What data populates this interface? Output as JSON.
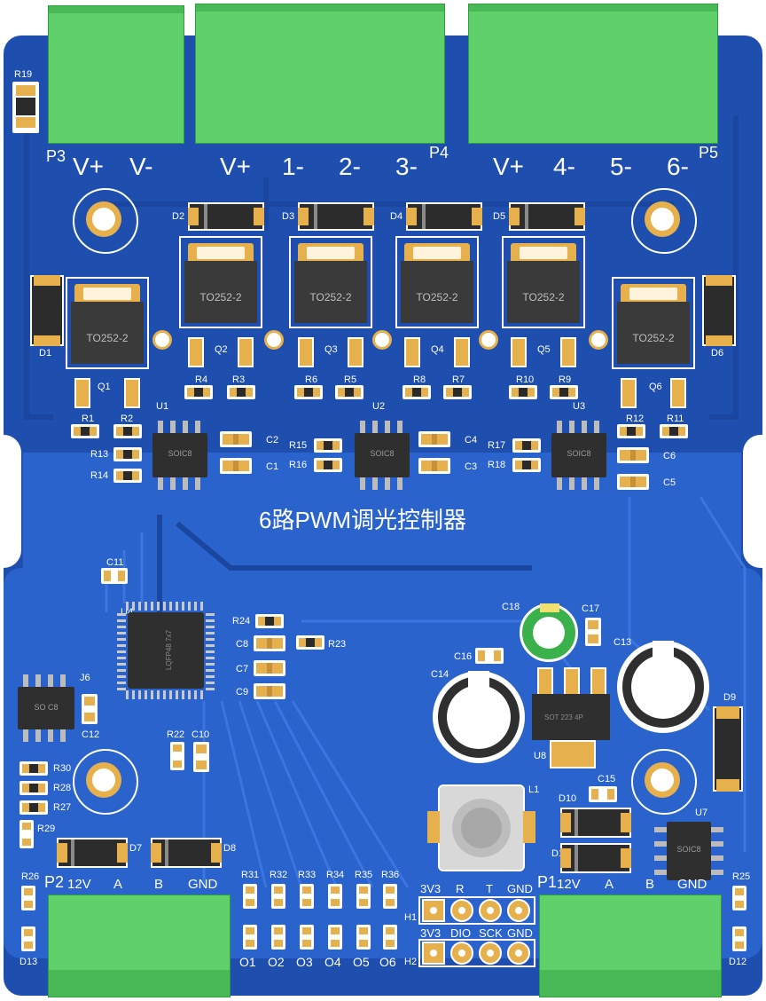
{
  "board": {
    "title": "6路PWM调光控制器",
    "colors": {
      "solder_mask": "#1f4fae",
      "copper_pour": "#2a63cc",
      "silkscreen": "#ffffff",
      "pad": "#e6b14c",
      "connector": "#5fd06a"
    }
  },
  "connectors": {
    "p3": {
      "ref": "P3",
      "pins": [
        "V+",
        "V-"
      ]
    },
    "p4": {
      "ref": "P4",
      "pins": [
        "V+",
        "1-",
        "2-",
        "3-"
      ]
    },
    "p5": {
      "ref": "P5",
      "pins": [
        "V+",
        "4-",
        "5-",
        "6-"
      ]
    },
    "p2": {
      "ref": "P2",
      "pins": [
        "12V",
        "A",
        "B",
        "GND"
      ]
    },
    "p1": {
      "ref": "P1",
      "pins": [
        "12V",
        "A",
        "B",
        "GND"
      ]
    }
  },
  "headers": {
    "h1": {
      "ref": "H1",
      "pins": [
        "3V3",
        "R",
        "T",
        "GND"
      ]
    },
    "h2": {
      "ref": "H2",
      "pins": [
        "3V3",
        "DIO",
        "SCK",
        "GND"
      ]
    }
  },
  "mosfets": [
    {
      "ref": "Q1",
      "package": "TO252-2"
    },
    {
      "ref": "Q2",
      "package": "TO252-2"
    },
    {
      "ref": "Q3",
      "package": "TO252-2"
    },
    {
      "ref": "Q4",
      "package": "TO252-2"
    },
    {
      "ref": "Q5",
      "package": "TO252-2"
    },
    {
      "ref": "Q6",
      "package": "TO252-2"
    }
  ],
  "diodes": [
    "D1",
    "D2",
    "D3",
    "D4",
    "D5",
    "D6",
    "D7",
    "D8",
    "D9",
    "D10",
    "D11",
    "D12",
    "D13"
  ],
  "ics": {
    "u1": {
      "ref": "U1",
      "package": "SOIC8"
    },
    "u2": {
      "ref": "U2",
      "package": "SOIC8"
    },
    "u3": {
      "ref": "U3",
      "package": "SOIC8"
    },
    "u4": {
      "ref": "U4",
      "marking": "LQFP48 7x7"
    },
    "u5": {
      "ref": "J6",
      "package": "SO C8"
    },
    "u7": {
      "ref": "U7",
      "package": "SOIC8"
    },
    "u8": {
      "ref": "U8",
      "marking": "SOT 223 4P"
    }
  },
  "resistors": {
    "top": [
      "R4",
      "R3",
      "R6",
      "R5",
      "R8",
      "R7",
      "R10",
      "R9"
    ],
    "left": [
      "R1",
      "R2",
      "R13",
      "R14"
    ],
    "mid": [
      "R15",
      "R16",
      "R17",
      "R18"
    ],
    "right": [
      "R12",
      "R11"
    ],
    "mcu": [
      "R24",
      "R23",
      "R22"
    ],
    "side": [
      "R30",
      "R28",
      "R27",
      "R29",
      "R19"
    ],
    "outputs": [
      "R31",
      "R32",
      "R33",
      "R34",
      "R35",
      "R36"
    ],
    "corners": [
      "R26",
      "R25"
    ]
  },
  "capacitors": {
    "c2": "C2",
    "c1": "C1",
    "c4": "C4",
    "c3": "C3",
    "c6": "C6",
    "c5": "C5",
    "c11": "C11",
    "c8": "C8",
    "c7": "C7",
    "c9": "C9",
    "c10": "C10",
    "c12": "C12",
    "c16": "C16",
    "c17": "C17",
    "c15": "C15",
    "c18": "C18",
    "c14": "C14",
    "c13": "C13"
  },
  "inductor": "L1",
  "outputs_leds": [
    "O1",
    "O2",
    "O3",
    "O4",
    "O5",
    "O6"
  ]
}
